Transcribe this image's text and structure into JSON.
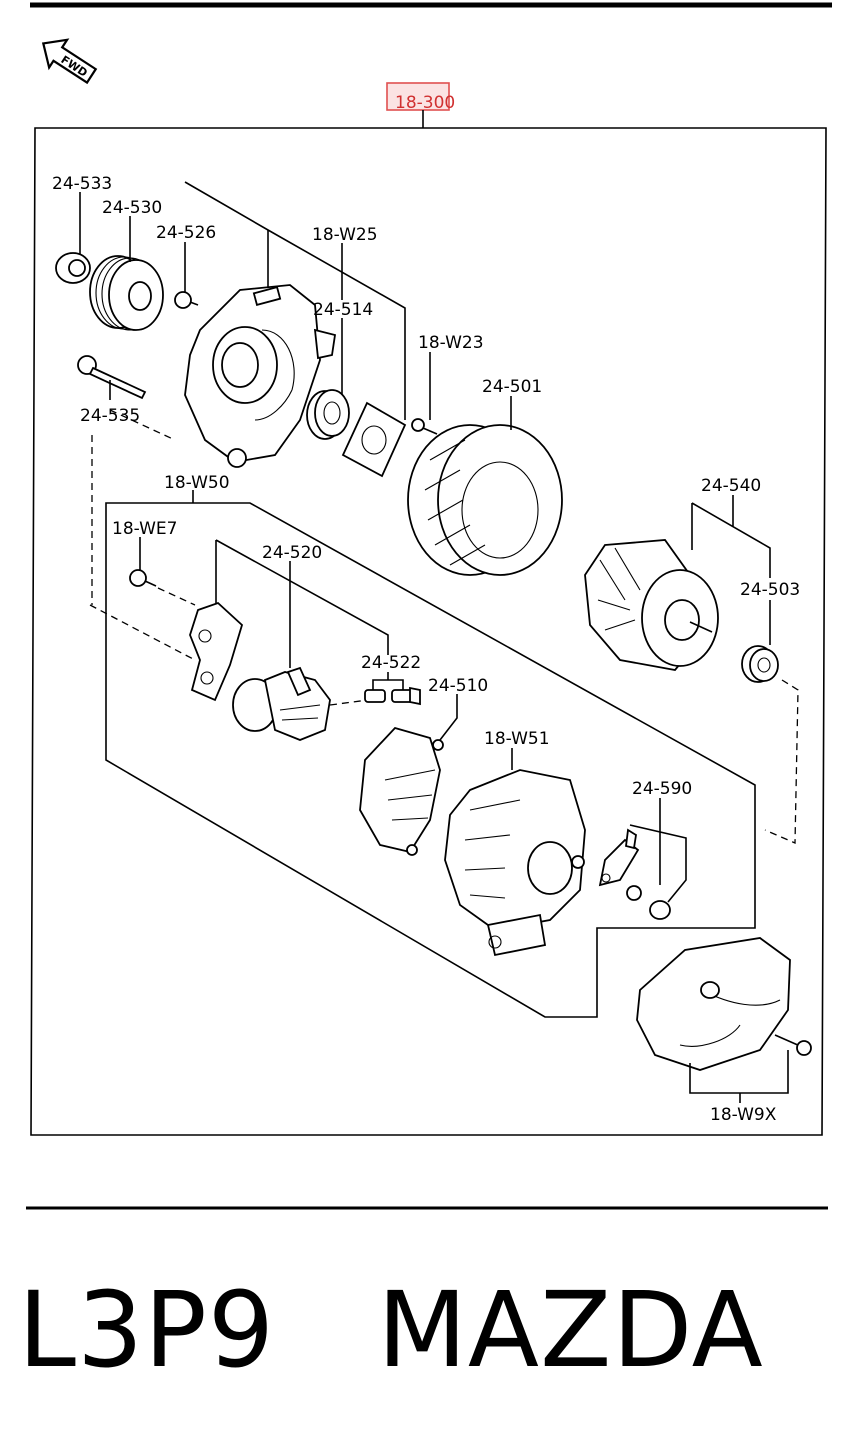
{
  "fwd_label": "FWD",
  "highlighted_part": "18-300",
  "labels": {
    "l_24_533": "24-533",
    "l_24_530": "24-530",
    "l_24_526": "24-526",
    "l_18_W25": "18-W25",
    "l_24_514": "24-514",
    "l_18_W23": "18-W23",
    "l_24_501": "24-501",
    "l_24_535": "24-535",
    "l_18_W50": "18-W50",
    "l_18_WE7": "18-WE7",
    "l_24_520": "24-520",
    "l_24_540": "24-540",
    "l_24_503": "24-503",
    "l_24_522": "24-522",
    "l_24_510": "24-510",
    "l_18_W51": "18-W51",
    "l_24_590": "24-590",
    "l_18_W9X": "18-W9X"
  },
  "footer": {
    "code": "L3P9",
    "brand": "MAZDA"
  },
  "colors": {
    "highlight_fill": "#fbe3e3",
    "highlight_stroke": "#e05050",
    "highlight_text": "#d03030",
    "line": "#000000",
    "background": "#ffffff"
  }
}
